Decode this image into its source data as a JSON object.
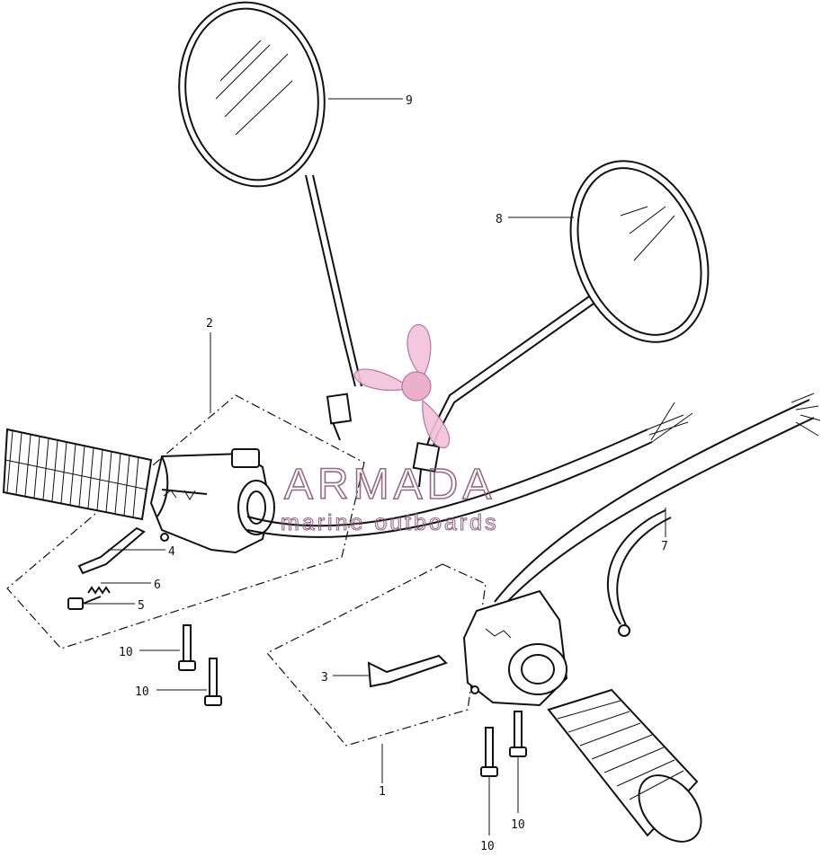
{
  "watermark": {
    "brand": "ARMADA",
    "tagline": "marine outboards",
    "logo_icon": "propeller-logo-icon",
    "color": "#e9a8c8"
  },
  "callouts": {
    "c1": "1",
    "c2": "2",
    "c3": "3",
    "c4": "4",
    "c5": "5",
    "c6": "6",
    "c7": "7",
    "c8": "8",
    "c9": "9",
    "c10a": "10",
    "c10b": "10",
    "c10c": "10",
    "c10d": "10"
  }
}
